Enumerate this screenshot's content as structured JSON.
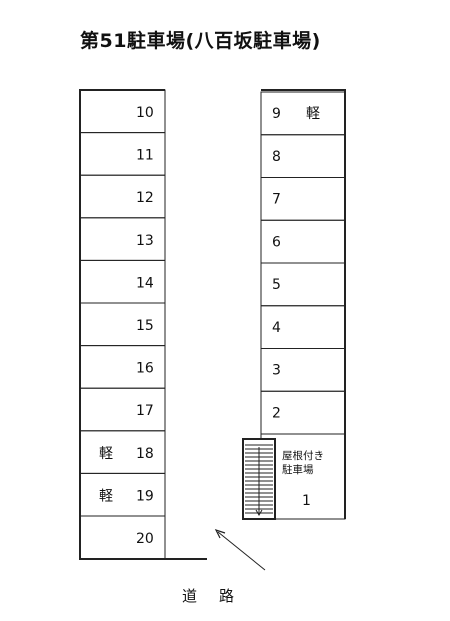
{
  "title": "第51駐車場(八百坂駐車場)",
  "left_spaces": [
    {
      "number": "10",
      "tag": ""
    },
    {
      "number": "11",
      "tag": ""
    },
    {
      "number": "12",
      "tag": ""
    },
    {
      "number": "13",
      "tag": ""
    },
    {
      "number": "14",
      "tag": ""
    },
    {
      "number": "15",
      "tag": ""
    },
    {
      "number": "16",
      "tag": ""
    },
    {
      "number": "17",
      "tag": ""
    },
    {
      "number": "18",
      "tag": "軽"
    },
    {
      "number": "19",
      "tag": "軽"
    },
    {
      "number": "20",
      "tag": ""
    }
  ],
  "right_spaces": [
    {
      "number": "9",
      "tag": "軽"
    },
    {
      "number": "8",
      "tag": ""
    },
    {
      "number": "7",
      "tag": ""
    },
    {
      "number": "6",
      "tag": ""
    },
    {
      "number": "5",
      "tag": ""
    },
    {
      "number": "4",
      "tag": ""
    },
    {
      "number": "3",
      "tag": ""
    },
    {
      "number": "2",
      "tag": ""
    }
  ],
  "covered_space": {
    "number": "1",
    "label_line1": "屋根付き",
    "label_line2": "駐車場"
  },
  "road_label": "道路"
}
